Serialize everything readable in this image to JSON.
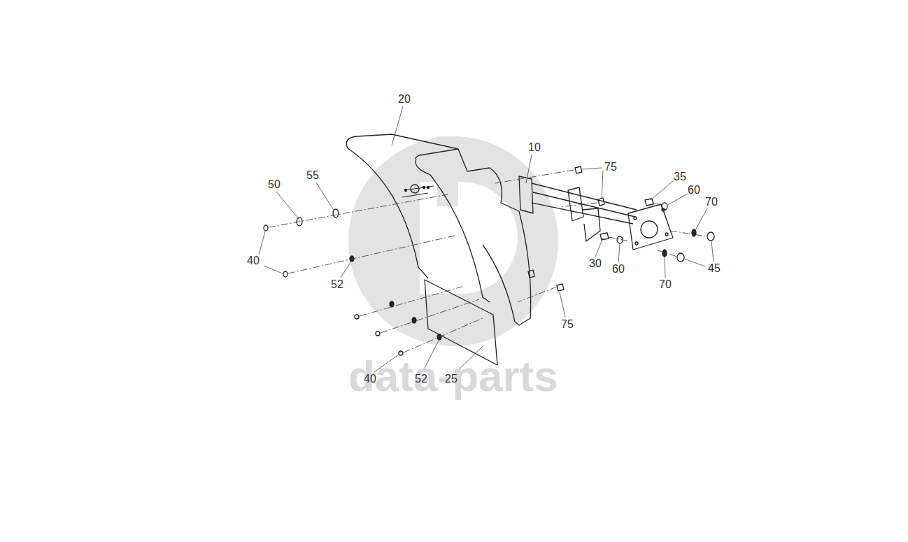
{
  "diagram": {
    "labels": [
      "20",
      "10",
      "75",
      "35",
      "60",
      "50",
      "55",
      "70",
      "40",
      "30",
      "60",
      "45",
      "52",
      "70",
      "75",
      "data-parts",
      "40",
      "52",
      "25"
    ]
  }
}
